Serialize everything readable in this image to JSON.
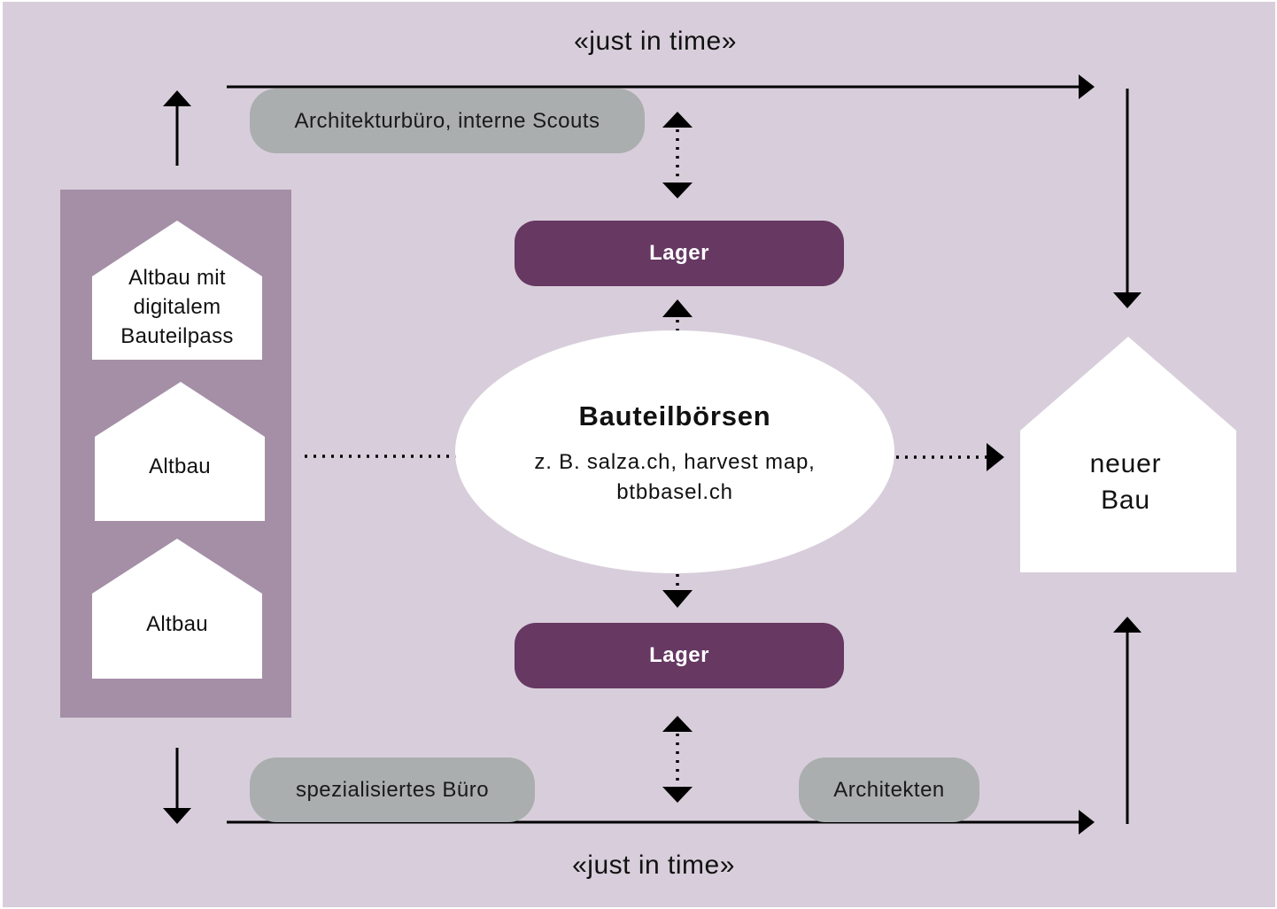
{
  "top_flow": {
    "label": "«just in time»"
  },
  "bottom_flow": {
    "label": "«just in time»"
  },
  "actors": {
    "top": "Architekturbüro, interne Scouts",
    "bottom_left": "spezialisiertes Büro",
    "bottom_right": "Architekten"
  },
  "storage": {
    "top": "Lager",
    "bottom": "Lager"
  },
  "old_buildings": [
    {
      "label_lines": [
        "Altbau mit",
        "digitalem",
        "Bauteilpass"
      ]
    },
    {
      "label_lines": [
        "Altbau"
      ]
    },
    {
      "label_lines": [
        "Altbau"
      ]
    }
  ],
  "exchange": {
    "title": "Bauteilbörsen",
    "examples_lines": [
      "z. B. salza.ch, harvest map,",
      "btbbasel.ch"
    ]
  },
  "new_building": {
    "label_lines": [
      "neuer",
      "Bau"
    ]
  },
  "colors": {
    "background": "#d8cedb",
    "panel": "#a48fa7",
    "storage": "#663862",
    "actor": "#aaaeae",
    "shape": "#ffffff",
    "line": "#000000"
  }
}
